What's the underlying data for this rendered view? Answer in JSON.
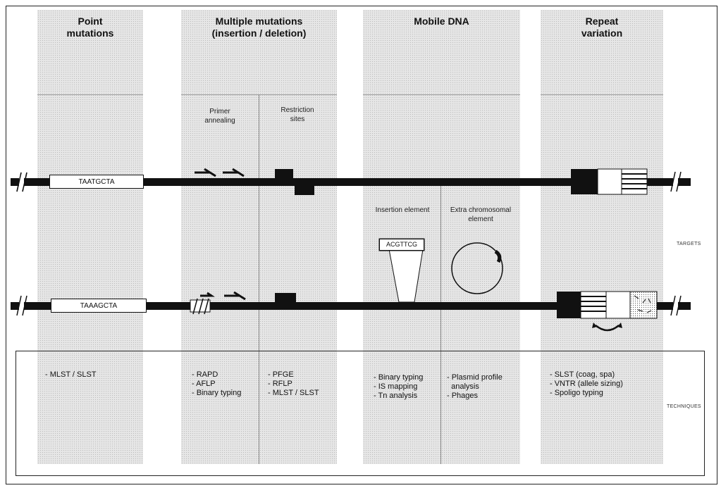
{
  "columns": [
    {
      "title": "Point\nmutations"
    },
    {
      "title": "Multiple mutations\n(insertion / deletion)",
      "sub_left": "Primer\nannealing",
      "sub_right": "Restriction\nsites"
    },
    {
      "title": "Mobile DNA",
      "sub_left": "Insertion element",
      "sub_right": "Extra chromosomal\nelement"
    },
    {
      "title": "Repeat\nvariation"
    }
  ],
  "sequences": {
    "top": "TAATGCTA",
    "bottom": "TAAAGCTA",
    "insertion": "ACGTTCG"
  },
  "side_labels": {
    "targets": "TARGETS",
    "techniques": "TECHNIQUES"
  },
  "techniques": {
    "point": "- MLST / SLST",
    "primer": "- RAPD\n- AFLP\n- Binary typing",
    "restriction": "- PFGE\n- RFLP\n- MLST / SLST",
    "insertion": "- Binary typing\n- IS mapping\n- Tn analysis",
    "extrachromosomal": "- Plasmid profile\n  analysis\n- Phages",
    "repeat": "- SLST (coag, spa)\n- VNTR (allele sizing)\n- Spoligo typing"
  }
}
